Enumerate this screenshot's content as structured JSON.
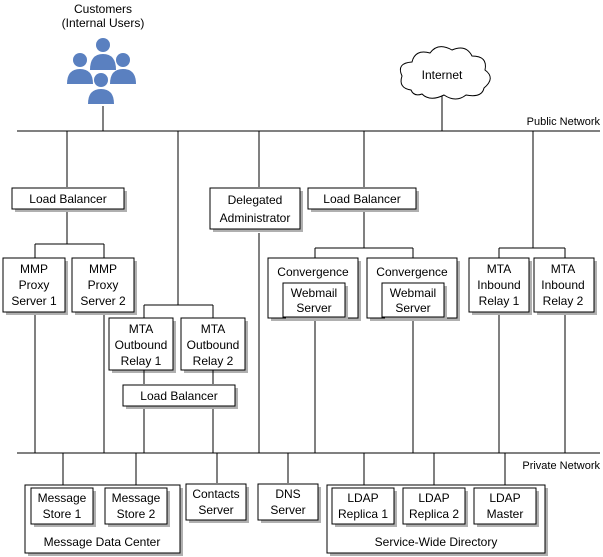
{
  "customers": {
    "label_line1": "Customers",
    "label_line2": "(Internal Users)",
    "icon": "users-group-icon",
    "icon_color": "#5a80c0"
  },
  "internet": {
    "label": "Internet",
    "icon": "cloud-icon"
  },
  "networks": {
    "public_label": "Public Network",
    "private_label": "Private Network"
  },
  "nodes": {
    "lb_mmp": "Load Balancer",
    "delegated_admin": {
      "line1": "Delegated",
      "line2": "Administrator"
    },
    "lb_convergence": "Load Balancer",
    "mmp1": {
      "line1": "MMP",
      "line2": "Proxy",
      "line3": "Server 1"
    },
    "mmp2": {
      "line1": "MMP",
      "line2": "Proxy",
      "line3": "Server 2"
    },
    "conv1": {
      "title": "Convergence",
      "inner_line1": "Webmail",
      "inner_line2": "Server"
    },
    "conv2": {
      "title": "Convergence",
      "inner_line1": "Webmail",
      "inner_line2": "Server"
    },
    "mta_in1": {
      "line1": "MTA",
      "line2": "Inbound",
      "line3": "Relay 1"
    },
    "mta_in2": {
      "line1": "MTA",
      "line2": "Inbound",
      "line3": "Relay 2"
    },
    "mta_out1": {
      "line1": "MTA",
      "line2": "Outbound",
      "line3": "Relay 1"
    },
    "mta_out2": {
      "line1": "MTA",
      "line2": "Outbound",
      "line3": "Relay 2"
    },
    "lb_mta_out": "Load Balancer",
    "message_data_center": {
      "label": "Message Data Center",
      "store1": {
        "line1": "Message",
        "line2": "Store 1"
      },
      "store2": {
        "line1": "Message",
        "line2": "Store 2"
      }
    },
    "contacts_server": {
      "line1": "Contacts",
      "line2": "Server"
    },
    "dns_server": {
      "line1": "DNS",
      "line2": "Server"
    },
    "service_wide_directory": {
      "label": "Service-Wide Directory",
      "replica1": {
        "line1": "LDAP",
        "line2": "Replica 1"
      },
      "replica2": {
        "line1": "LDAP",
        "line2": "Replica 2"
      },
      "master": {
        "line1": "LDAP",
        "line2": "Master"
      }
    }
  }
}
